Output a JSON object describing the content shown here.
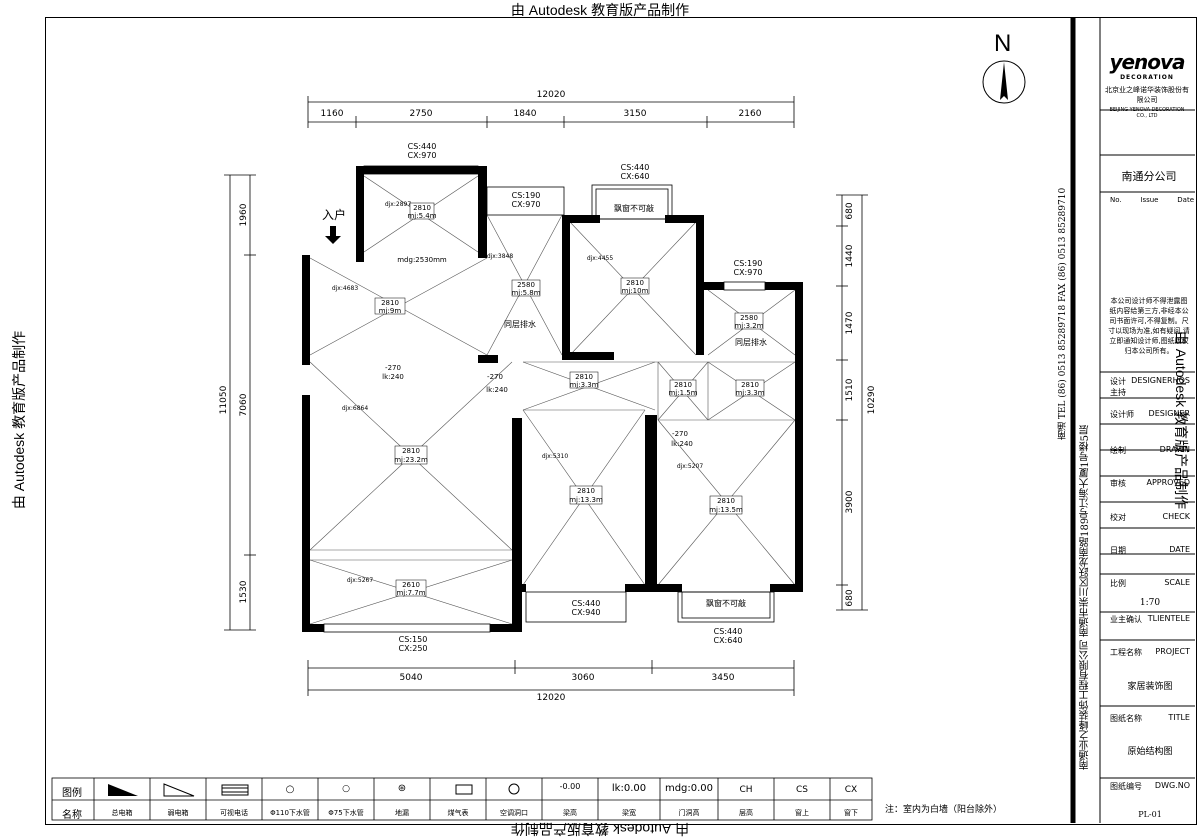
{
  "watermark": "由 Autodesk 教育版产品制作",
  "north": "N",
  "entry_label": "入户",
  "overall_top": "12020",
  "overall_bottom": "12020",
  "dims_top": [
    "1160",
    "2750",
    "1840",
    "3150",
    "2160"
  ],
  "dims_bottom": [
    "5040",
    "3060",
    "3450"
  ],
  "dims_left_outer": "11050",
  "dims_left_inner": [
    "1960",
    "7060",
    "1530"
  ],
  "dims_right_outer": "10290",
  "dims_right_inner": [
    "680",
    "1440",
    "1470",
    "1510",
    "3900",
    "680"
  ],
  "windows": [
    {
      "cs": "CS:440",
      "cx": "CX:970"
    },
    {
      "cs": "CS:190",
      "cx": "CX:970"
    },
    {
      "cs": "CS:440",
      "cx": "CX:640"
    },
    {
      "cs": "CS:190",
      "cx": "CX:970"
    },
    {
      "cs": "CS:440",
      "cx": "CX:940"
    },
    {
      "cs": "CS:440",
      "cx": "CX:640"
    },
    {
      "cs": "CS:150",
      "cx": "CX:250"
    }
  ],
  "rooms": [
    {
      "h": "2810",
      "a": "mj:5.4m",
      "d": "djx:2897"
    },
    {
      "h": "2580",
      "a": "mj:5.8m",
      "d": "djx:3848"
    },
    {
      "h": "2810",
      "a": "mj:10m",
      "d": "djx:4455"
    },
    {
      "h": "2580",
      "a": "mj:3.2m",
      "d": ""
    },
    {
      "h": "2810",
      "a": "mj:9m",
      "d": "djx:4683"
    },
    {
      "h": "2810",
      "a": "mj:23.2m",
      "d": "djx:6864"
    },
    {
      "h": "2810",
      "a": "mj:3.3m",
      "d": ""
    },
    {
      "h": "2810",
      "a": "mj:1.5m",
      "d": ""
    },
    {
      "h": "2810",
      "a": "mj:3.3m",
      "d": ""
    },
    {
      "h": "2810",
      "a": "mj:13.3m",
      "d": "djx:5310"
    },
    {
      "h": "2810",
      "a": "mj:13.5m",
      "d": "djx:5207"
    },
    {
      "h": "2610",
      "a": "mj:7.7m",
      "d": "djx:5267"
    }
  ],
  "notes": {
    "mdg": "mdg:2530mm",
    "same_drain_1": "同层排水",
    "same_drain_2": "同层排水",
    "bay_1": "飘窗不可敲",
    "bay_2": "飘窗不可敲",
    "beam_1": "-270",
    "beam_1b": "lk:240",
    "beam_2": "-270",
    "beam_2b": "lk:240",
    "beam_3": "-270",
    "beam_3b": "lk:240"
  },
  "titleblock": {
    "brand": "yenova",
    "brand_sub": "DECORATION",
    "company_cn": "北京业之峰诺华装饰股份有限公司",
    "company_en": "BEIJING YENOVA DECORATION CO., LTD",
    "branch": "南通分公司",
    "issue_no": "No.",
    "issue": "Issue",
    "date": "Date",
    "note": "本公司设计师不得泄露图纸内容给第三方,非经本公司书面许可,不得复制。尺寸以现场为准,如有疑问,请立即通知设计师,图纸版权归本公司所有。",
    "rows": [
      {
        "cn": "设计主持",
        "en": "DESIGNERHOS"
      },
      {
        "cn": "设计师",
        "en": "DESIGNER"
      },
      {
        "cn": "绘制",
        "en": "DRAWN"
      },
      {
        "cn": "审核",
        "en": "APPROVED"
      },
      {
        "cn": "校对",
        "en": "CHECK"
      },
      {
        "cn": "日期",
        "en": "DATE"
      },
      {
        "cn": "比例",
        "en": "SCALE"
      },
      {
        "cn": "业主确认",
        "en": "TLIENTELE"
      },
      {
        "cn": "工程名称",
        "en": "PROJECT"
      },
      {
        "cn": "图纸名称",
        "en": "TITLE"
      },
      {
        "cn": "图纸编号",
        "en": "DWG.NO"
      }
    ],
    "scale": "1:70",
    "project": "家居装饰图",
    "title": "原始结构图",
    "dwg": "PL-01",
    "vertical_address": "南通业之峰装饰工程有限公司  南通市崇川区跃龙南路189号江海大厦1号楼5层",
    "vertical_tel": "南通  TEL (86) 0513 85289718   FAX (86) 0513 85289710"
  },
  "legend": {
    "row1_head": "图例",
    "row2_head": "名称",
    "symbols": [
      "",
      "",
      "",
      "○",
      "○",
      "⊛",
      "",
      "",
      "",
      "lk:0.00",
      "mdg:0.00",
      "CH",
      "CS",
      "CX"
    ],
    "names": [
      "总电箱",
      "弱电箱",
      "可视电话",
      "Φ110下水管",
      "Φ75下水管",
      "地漏",
      "煤气表",
      "空调洞口",
      "梁高",
      "梁宽",
      "门洞高",
      "层高",
      "窗上",
      "窗下"
    ],
    "beam_symbol_label": "-0.00"
  },
  "bottom_note": "注：室内为白墙（阳台除外）"
}
